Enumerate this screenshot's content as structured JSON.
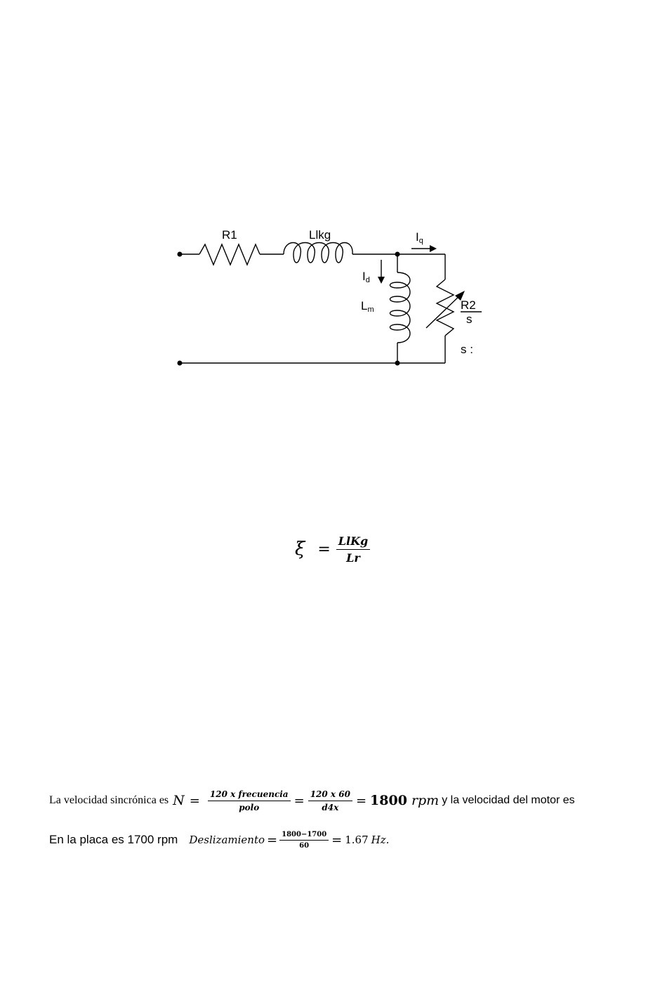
{
  "circuit": {
    "labels": {
      "r1": "R1",
      "llkg": "Llkg",
      "iq_main": "I",
      "iq_sub": "q",
      "id_main": "I",
      "id_sub": "d",
      "lm_main": "L",
      "lm_sub": "m",
      "r2_num": "R2",
      "r2_den": "s",
      "s_label": "s :"
    }
  },
  "formula_xi": {
    "symbol": "ξ",
    "equals": "=",
    "numerator": "LlKg",
    "denominator": "Lr"
  },
  "line1": {
    "intro": "La velocidad sincrónica es",
    "var": "N",
    "eq1": "=",
    "frac1_num": "120 x frecuencia",
    "frac1_den": "polo",
    "eq2": "=",
    "frac2_num": "120 x 60",
    "frac2_den": "d4x",
    "eq3": "=",
    "result": "1800",
    "unit": "rpm",
    "tail": "y la velocidad del motor es"
  },
  "line2": {
    "intro": "En la placa es 1700 rpm",
    "label": "Deslizamiento",
    "eq1": "=",
    "frac_num": "1800−1700",
    "frac_den": "60",
    "eq2": "=",
    "result": "1.67",
    "unit": "Hz."
  }
}
